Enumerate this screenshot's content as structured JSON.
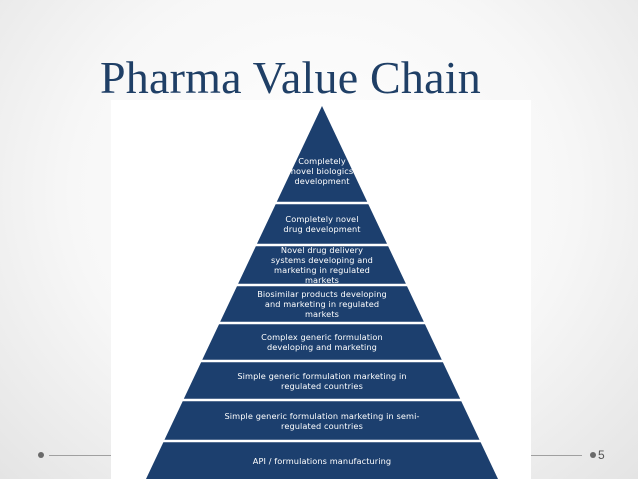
{
  "slide": {
    "title": "Pharma Value Chain",
    "page_number": "5"
  },
  "colors": {
    "title": "#1f3f66",
    "tier_fill": "#1c3f6e",
    "tier_text": "#ffffff",
    "background": "#f7f7f7"
  },
  "pyramid": {
    "tiers": [
      {
        "label": "Completely\nnovel biologics\ndevelopment"
      },
      {
        "label": "Completely novel\ndrug development"
      },
      {
        "label": "Novel drug delivery\nsystems developing  and\nmarketing in regulated\nmarkets"
      },
      {
        "label": "Biosimilar products developing\nand marketing in regulated\nmarkets"
      },
      {
        "label": "Complex generic formulation\ndeveloping and marketing"
      },
      {
        "label": "Simple generic formulation marketing in\nregulated countries"
      },
      {
        "label": "Simple generic formulation marketing in semi-\nregulated countries"
      },
      {
        "label": "API / formulations manufacturing"
      }
    ]
  }
}
